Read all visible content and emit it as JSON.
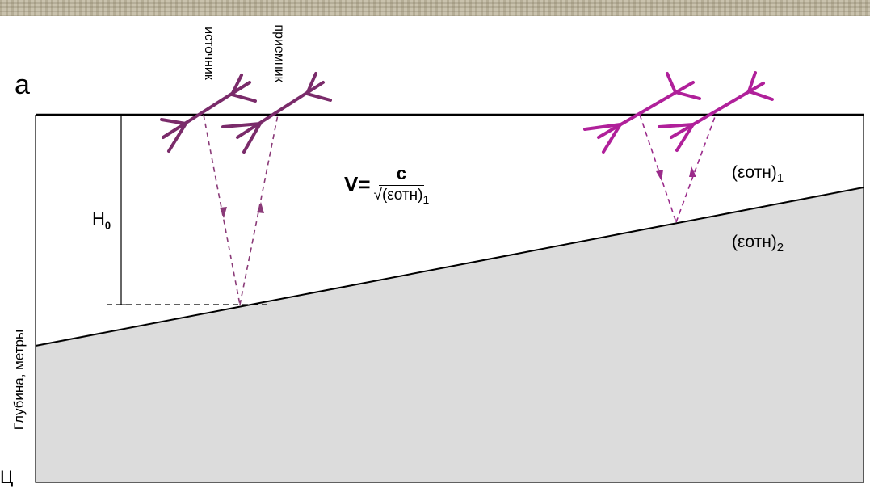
{
  "panel_letter": "а",
  "y_axis_label": "Глубина, метры",
  "source_label": "источник",
  "receiver_label": "приемник",
  "depth_label": {
    "main": "H",
    "sub": "0"
  },
  "formula": {
    "lhs": "V=",
    "numerator": "c",
    "denominator": "√(εотн)",
    "denominator_sub": "1"
  },
  "layer1_label": {
    "main": "(εотн)",
    "sub": "1"
  },
  "layer2_label": {
    "main": "(εотн)",
    "sub": "2"
  },
  "corner_mark": "Ц",
  "colors": {
    "antenna_left": "#7a2b6a",
    "antenna_right": "#b0209a",
    "ray": "#8a3a78",
    "layer2_fill": "#dcdcdc",
    "texture": "#c9c2ad"
  }
}
